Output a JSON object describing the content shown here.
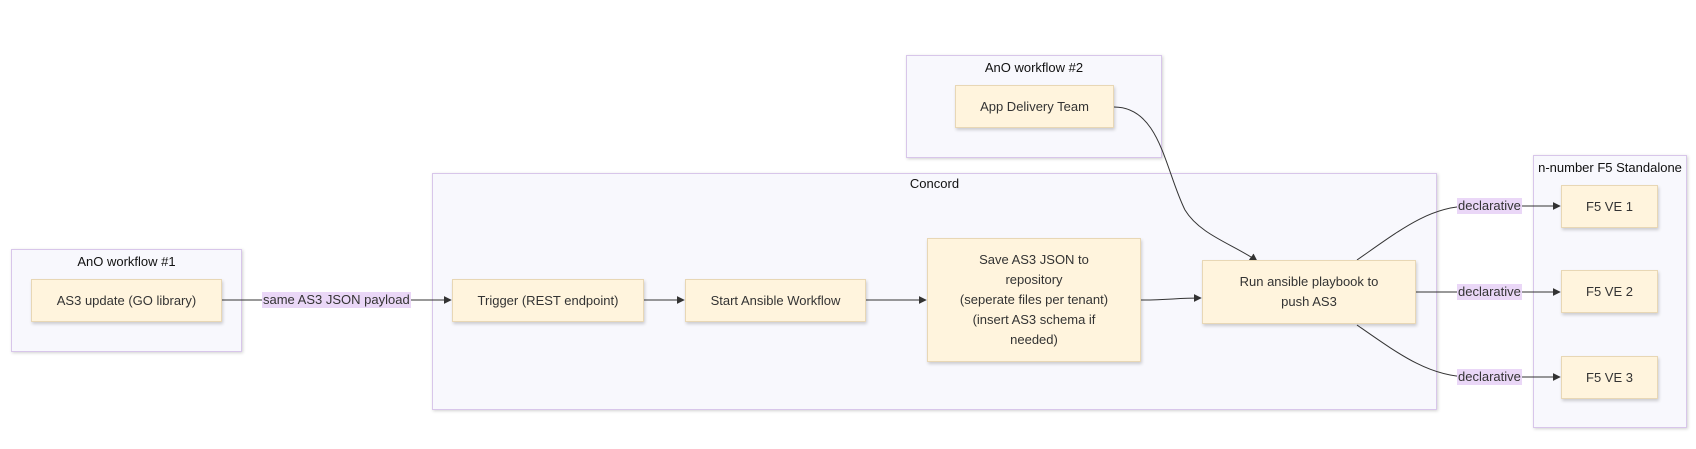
{
  "clusters": {
    "ano1": {
      "title": "AnO workflow #1"
    },
    "ano2": {
      "title": "AnO workflow #2"
    },
    "concord": {
      "title": "Concord"
    },
    "f5": {
      "title": "n-number F5 Standalone"
    }
  },
  "nodes": {
    "as3_update": "AS3 update (GO library)",
    "app_delivery": "App Delivery Team",
    "trigger": "Trigger (REST endpoint)",
    "start_ansible": "Start Ansible Workflow",
    "save_as3": "Save AS3 JSON to\nrepository\n(seperate files per tenant)\n(insert AS3 schema if\nneeded)",
    "run_playbook": "Run ansible playbook to\npush AS3",
    "f5_ve1": "F5 VE 1",
    "f5_ve2": "F5 VE 2",
    "f5_ve3": "F5 VE 3"
  },
  "edge_labels": {
    "payload": "same AS3 JSON payload",
    "declarative1": "declarative",
    "declarative2": "declarative",
    "declarative3": "declarative"
  },
  "colors": {
    "cluster_fill": "#f8f8fd",
    "cluster_border": "#d8c6ea",
    "node_fill": "#fff4dd",
    "node_border": "#e8d7b5",
    "edge_label_bg": "#ead7f7",
    "edge_stroke": "#333333"
  }
}
